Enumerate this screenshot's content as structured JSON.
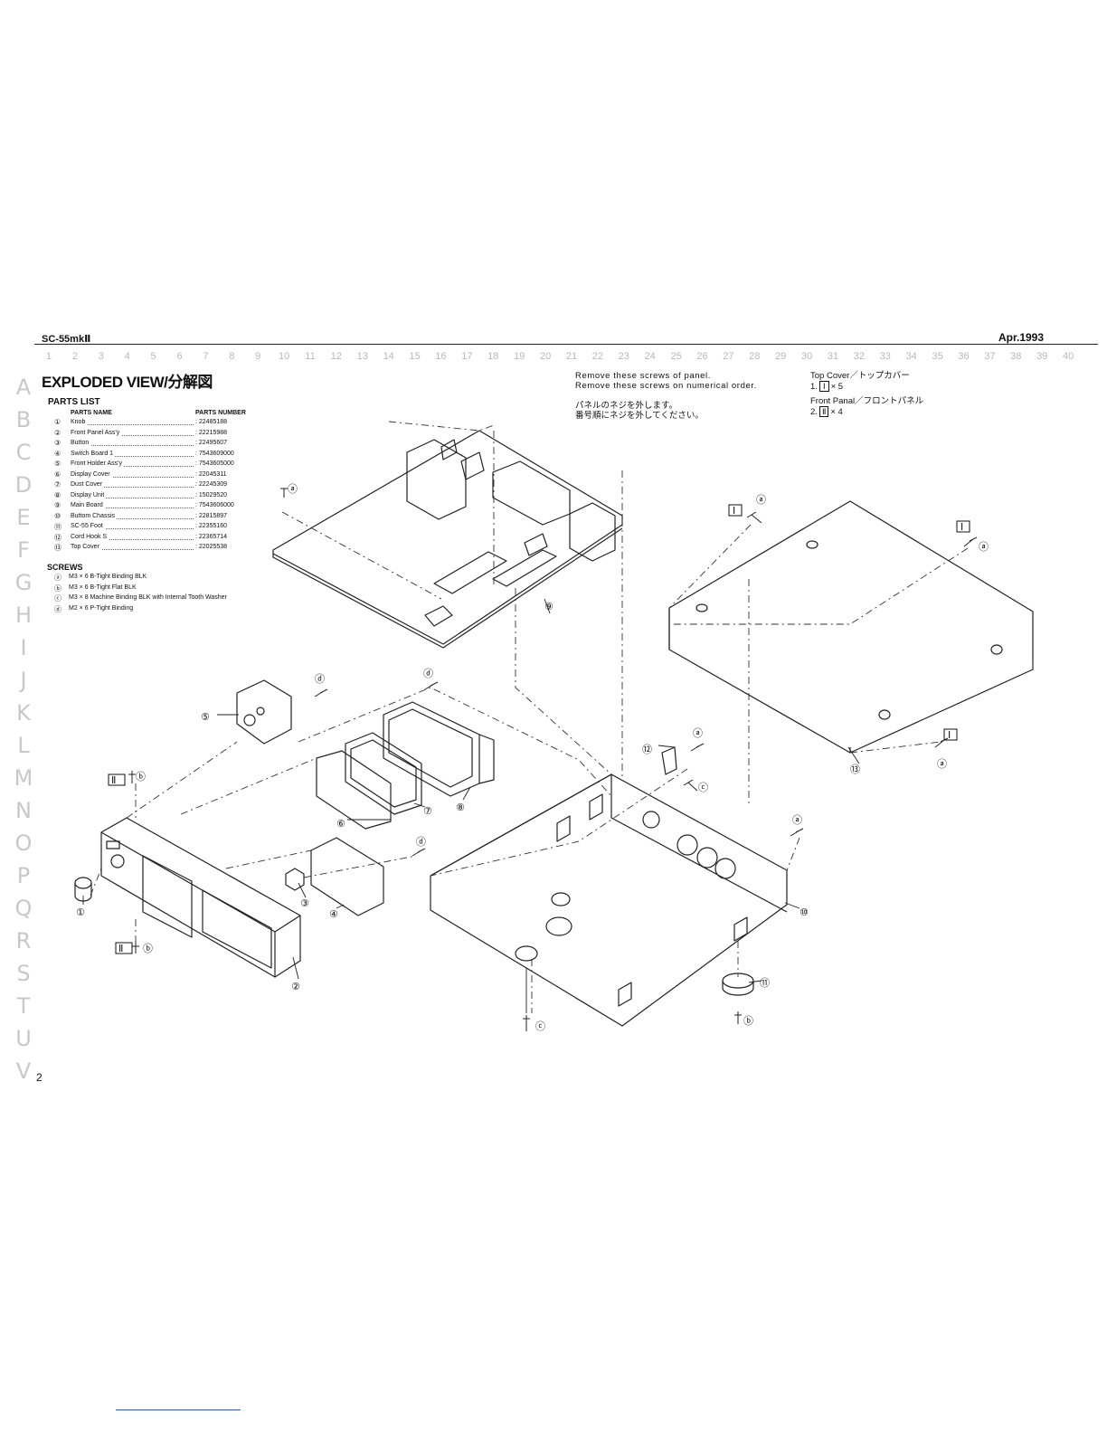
{
  "header": {
    "model": "SC-55mkⅡ",
    "date": "Apr.1993"
  },
  "grid_columns": [
    "1",
    "2",
    "3",
    "4",
    "5",
    "6",
    "7",
    "8",
    "9",
    "10",
    "11",
    "12",
    "13",
    "14",
    "15",
    "16",
    "17",
    "18",
    "19",
    "20",
    "21",
    "22",
    "23",
    "24",
    "25",
    "26",
    "27",
    "28",
    "29",
    "30",
    "31",
    "32",
    "33",
    "34",
    "35",
    "36",
    "37",
    "38",
    "39",
    "40"
  ],
  "grid_rows": [
    "A",
    "B",
    "C",
    "D",
    "E",
    "F",
    "G",
    "H",
    "I",
    "J",
    "K",
    "L",
    "M",
    "N",
    "O",
    "P",
    "Q",
    "R",
    "S",
    "T",
    "U",
    "V"
  ],
  "title": "EXPLODED VIEW/分解図",
  "parts_list": {
    "heading": "PARTS  LIST",
    "col_name": "PARTS  NAME",
    "col_number": "PARTS  NUMBER",
    "items": [
      {
        "idx": "①",
        "name": "Knob",
        "number": "22485188"
      },
      {
        "idx": "②",
        "name": "Front Panel Ass'y",
        "number": "22215988"
      },
      {
        "idx": "③",
        "name": "Button",
        "number": "22495607"
      },
      {
        "idx": "④",
        "name": "Switch Board 1",
        "number": "7543609000"
      },
      {
        "idx": "⑤",
        "name": "Front Holder Ass'y",
        "number": "7543605000"
      },
      {
        "idx": "⑥",
        "name": "Display Cover",
        "number": "22045311"
      },
      {
        "idx": "⑦",
        "name": "Dust Cover",
        "number": "22245309"
      },
      {
        "idx": "⑧",
        "name": "Display Unit",
        "number": "15029520"
      },
      {
        "idx": "⑨",
        "name": "Main Board",
        "number": "7543606000"
      },
      {
        "idx": "⑩",
        "name": "Buttom Chassis",
        "number": "22815897"
      },
      {
        "idx": "⑪",
        "name": "SC-55 Foot",
        "number": "22355160"
      },
      {
        "idx": "⑫",
        "name": "Cord Hook S",
        "number": "22365714"
      },
      {
        "idx": "⑬",
        "name": "Top Cover",
        "number": "22025538"
      }
    ]
  },
  "screws": {
    "heading": "SCREWS",
    "items": [
      {
        "idx": "ⓐ",
        "desc": "M3 × 6 B-Tight Binding BLK"
      },
      {
        "idx": "ⓑ",
        "desc": "M3 × 6 B-Tight Flat BLK"
      },
      {
        "idx": "ⓒ",
        "desc": "M3 × 8 Machine Binding BLK with Internal Tooth Washer"
      },
      {
        "idx": "ⓓ",
        "desc": "M2 × 6 P-Tight Binding"
      }
    ]
  },
  "instructions": {
    "line1": "Remove these screws of panel.",
    "line2": "Remove these screws on numerical order.",
    "jp1": "パネルのネジを外します。",
    "jp2": "番号順にネジを外してください。"
  },
  "removal": {
    "top_cover": "Top Cover／トップカバー",
    "top_cover_step": "1.",
    "top_cover_count": "× 5",
    "front_panel": "Front Panal／フロントパネル",
    "front_panel_step": "2.",
    "front_panel_count": "× 4"
  },
  "callouts": {
    "n1": "①",
    "n2": "②",
    "n3": "③",
    "n4": "④",
    "n5": "⑤",
    "n6": "⑥",
    "n7": "⑦",
    "n8": "⑧",
    "n9": "⑨",
    "n10": "⑩",
    "n11": "⑪",
    "n12": "⑫",
    "n13": "⑬",
    "a": "ⓐ",
    "b": "ⓑ",
    "c": "ⓒ",
    "d": "ⓓ",
    "I": "Ⅰ",
    "II": "Ⅱ"
  },
  "page_number": "2"
}
